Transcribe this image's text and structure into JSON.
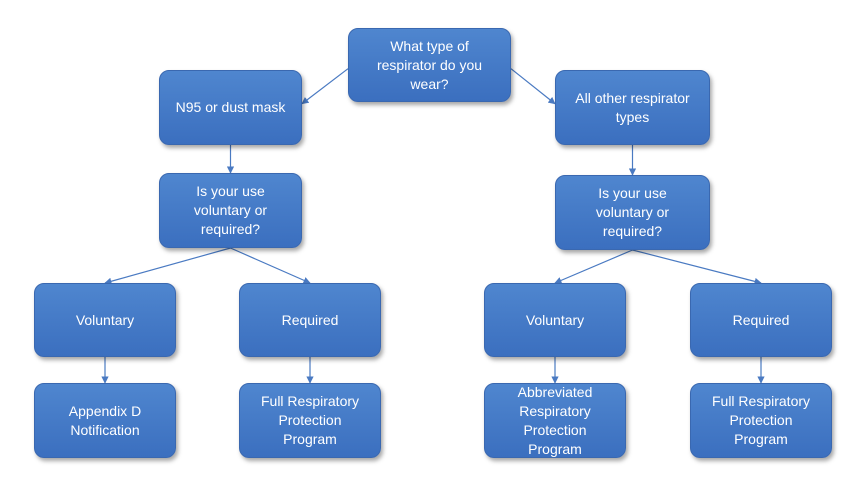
{
  "diagram": {
    "colors": {
      "node_fill": "#4472c4",
      "node_text": "#ffffff",
      "connector": "#4a7ac2"
    },
    "nodes": {
      "root": "What type of\nrespirator do you\nwear?",
      "n95": "N95 or dust mask",
      "other": "All other respirator\ntypes",
      "use_left": "Is your use\nvoluntary or\nrequired?",
      "use_right": "Is your use\nvoluntary or\nrequired?",
      "vol_left": "Voluntary",
      "req_left": "Required",
      "vol_right": "Voluntary",
      "req_right": "Required",
      "appendix": "Appendix D\nNotification",
      "full_left": "Full Respiratory\nProtection\nProgram",
      "abbrev": "Abbreviated\nRespiratory\nProtection\nProgram",
      "full_right": "Full Respiratory\nProtection\nProgram"
    },
    "edges": [
      [
        "root",
        "n95"
      ],
      [
        "root",
        "other"
      ],
      [
        "n95",
        "use_left"
      ],
      [
        "other",
        "use_right"
      ],
      [
        "use_left",
        "vol_left"
      ],
      [
        "use_left",
        "req_left"
      ],
      [
        "use_right",
        "vol_right"
      ],
      [
        "use_right",
        "req_right"
      ],
      [
        "vol_left",
        "appendix"
      ],
      [
        "req_left",
        "full_left"
      ],
      [
        "vol_right",
        "abbrev"
      ],
      [
        "req_right",
        "full_right"
      ]
    ]
  }
}
